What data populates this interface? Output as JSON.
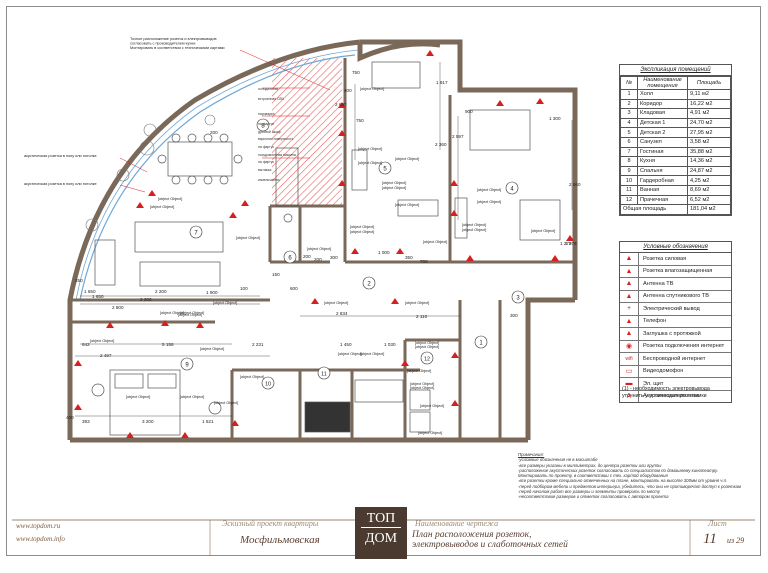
{
  "explication": {
    "title": "Экспликация помещений",
    "headers": [
      "№",
      "Наименование помещения",
      "Площадь"
    ],
    "rooms": [
      {
        "n": "1",
        "name": "Холл",
        "area": "9,11 м2"
      },
      {
        "n": "2",
        "name": "Коридор",
        "area": "16,22 м2"
      },
      {
        "n": "3",
        "name": "Кладовая",
        "area": "4,91 м2"
      },
      {
        "n": "4",
        "name": "Детская 1",
        "area": "24,70 м2"
      },
      {
        "n": "5",
        "name": "Детская 2",
        "area": "27,95 м2"
      },
      {
        "n": "6",
        "name": "Санузел",
        "area": "3,58 м2"
      },
      {
        "n": "7",
        "name": "Гостиная",
        "area": "35,88 м2"
      },
      {
        "n": "8",
        "name": "Кухня",
        "area": "14,36 м2"
      },
      {
        "n": "9",
        "name": "Спальня",
        "area": "24,87 м2"
      },
      {
        "n": "10",
        "name": "Гардеробная",
        "area": "4,25 м2"
      },
      {
        "n": "11",
        "name": "Ванная",
        "area": "8,69 м2"
      },
      {
        "n": "12",
        "name": "Прачечная",
        "area": "6,52 м2"
      }
    ],
    "total_label": "Общая площадь",
    "total_area": "181,04 м2"
  },
  "legend": {
    "title": "Условные обозначения",
    "items": [
      {
        "sym": "▲",
        "label": "Розетка силовая"
      },
      {
        "sym": "▲",
        "label": "Розетка влагозащищенная"
      },
      {
        "sym": "▲",
        "label": "Антенна ТВ"
      },
      {
        "sym": "▲",
        "label": "Антенна спутникового ТВ"
      },
      {
        "sym": "+",
        "label": "Электрический вывод"
      },
      {
        "sym": "▲",
        "label": "Телефон"
      },
      {
        "sym": "▲",
        "label": "Заглушка с протяжкой"
      },
      {
        "sym": "◉",
        "label": "Розетка подключения интернет"
      },
      {
        "sym": "wifi",
        "label": "Беспроводной интернет"
      },
      {
        "sym": "▭",
        "label": "Видеодомофон"
      },
      {
        "sym": "▬",
        "label": "Эл. щит"
      },
      {
        "sym": "A",
        "label": "Акустическая розетка"
      }
    ],
    "note_line1": "(1) - необходимость электровывода",
    "note_line2": "уточнить у производителя техники"
  },
  "notes": {
    "title": "Примечания:",
    "lines": [
      "-условные обозначения не в масштабе",
      "-все размеры указаны в миллиметрах, до центра розетки или группы",
      "-расположение акустических розеток согласовать со специалистом по домашнему кинотеатру.",
      "  Монтировать по проекту, в соответствии с тех. картой оборудования",
      "-все розетки кроме специально отмеченных на плане, монтировать на высоте 300мм от уровня ч.п.",
      "-перед подбором мебели и предметов интерьера, убедитесь, что они не противоречат доступ к розеткам",
      "-перед началом работ все размеры и элементы проверить по месту",
      "-несоответствия размеров и отметок согласовать с автором проекта"
    ]
  },
  "footer": {
    "site1": "www.topdom.ru",
    "site2": "www.topdom.info",
    "project_caption": "Эскизный проект квартиры",
    "project_name": "Мосфильмовская",
    "logo_top": "ТОП",
    "logo_bottom": "ДОМ",
    "drawing_caption": "Наименование чертежа",
    "drawing_line1": "План расположения розеток,",
    "drawing_line2": "электровыводов и слаботочных сетей",
    "sheet_caption": "Лист",
    "sheet_num": "11",
    "sheet_of": "из 29"
  },
  "plan": {
    "kitchen_note": [
      "Точное расположение розеток и электровыводов",
      "согласовать с производителем кухни",
      "Монтировать в соответствии с техническими картами"
    ],
    "acoustic_1": "акустическая розетка в полу или потолке",
    "acoustic_2": "акустическая розетка в полу или потолке",
    "kitchen_labels": [
      "холодильник",
      "встроенная СВЧ",
      "пароварка",
      "на фартук",
      "духовой шкаф",
      "варочная поверхность",
      "на фартук",
      "посудомоечная машина",
      "на фартук",
      "вытяжка",
      "измельчитель"
    ],
    "room_nums": [
      "1",
      "2",
      "3",
      "4",
      "5",
      "6",
      "7",
      "8",
      "9",
      "10",
      "11",
      "12"
    ],
    "texts": [
      {
        "t": "бра Н=1300"
      },
      {
        "t": "Н=1200"
      },
      {
        "t": "Н=400"
      },
      {
        "t": "бра Н=1400"
      },
      {
        "t": "в одной рамке с"
      },
      {
        "t": "выключателем Н=1000"
      },
      {
        "t": "бра Н=1400"
      },
      {
        "t": "Н=1200"
      },
      {
        "t": "Н=400"
      },
      {
        "t": "бра Н=1100"
      },
      {
        "t": "в одной рамке"
      },
      {
        "t": "с выключателем Н=900"
      },
      {
        "t": "бра Н=1100"
      },
      {
        "t": "душевая"
      },
      {
        "t": "с электр. замок"
      },
      {
        "t": "бра Н=1200"
      },
      {
        "t": "полотенцесушитель"
      },
      {
        "t": "бра Н=1650"
      },
      {
        "t": "Н=1650"
      },
      {
        "t": "бра Н=1650"
      },
      {
        "t": "Н=400"
      },
      {
        "t": "бра Н=1700"
      },
      {
        "t": "бра Н=1700"
      },
      {
        "t": "бра Н=1200"
      },
      {
        "t": "бра Н=1200"
      },
      {
        "t": "Н=950"
      },
      {
        "t": "Н=1050"
      },
      {
        "t": "Н=1050"
      },
      {
        "t": "сушильная"
      },
      {
        "t": "машина"
      },
      {
        "t": "стиральная"
      },
      {
        "t": "машина"
      },
      {
        "t": "бойлер"
      },
      {
        "t": "Н=1050"
      },
      {
        "t": "Н=1650"
      },
      {
        "t": "Н=1650"
      },
      {
        "t": "полотенцесушитель"
      },
      {
        "t": "кторшер"
      },
      {
        "t": "включается выключателем"
      },
      {
        "t": "Н=1050"
      }
    ],
    "dims": [
      "200",
      "2 200",
      "2 200",
      "2 800",
      "1 650",
      "1 650",
      "642",
      "5 158",
      "2 497",
      "2 231",
      "3 200",
      "1 521",
      "400",
      "393",
      "250",
      "1 900",
      "2 834",
      "2 110",
      "1 450",
      "1 030",
      "1 300",
      "2 597",
      "2 360",
      "1 917",
      "750",
      "2 697",
      "900",
      "400",
      "700",
      "1 279",
      "350",
      "1 000",
      "200",
      "150",
      "300",
      "750",
      "200",
      "100",
      "600",
      "2 560",
      "1 279",
      "300"
    ]
  }
}
